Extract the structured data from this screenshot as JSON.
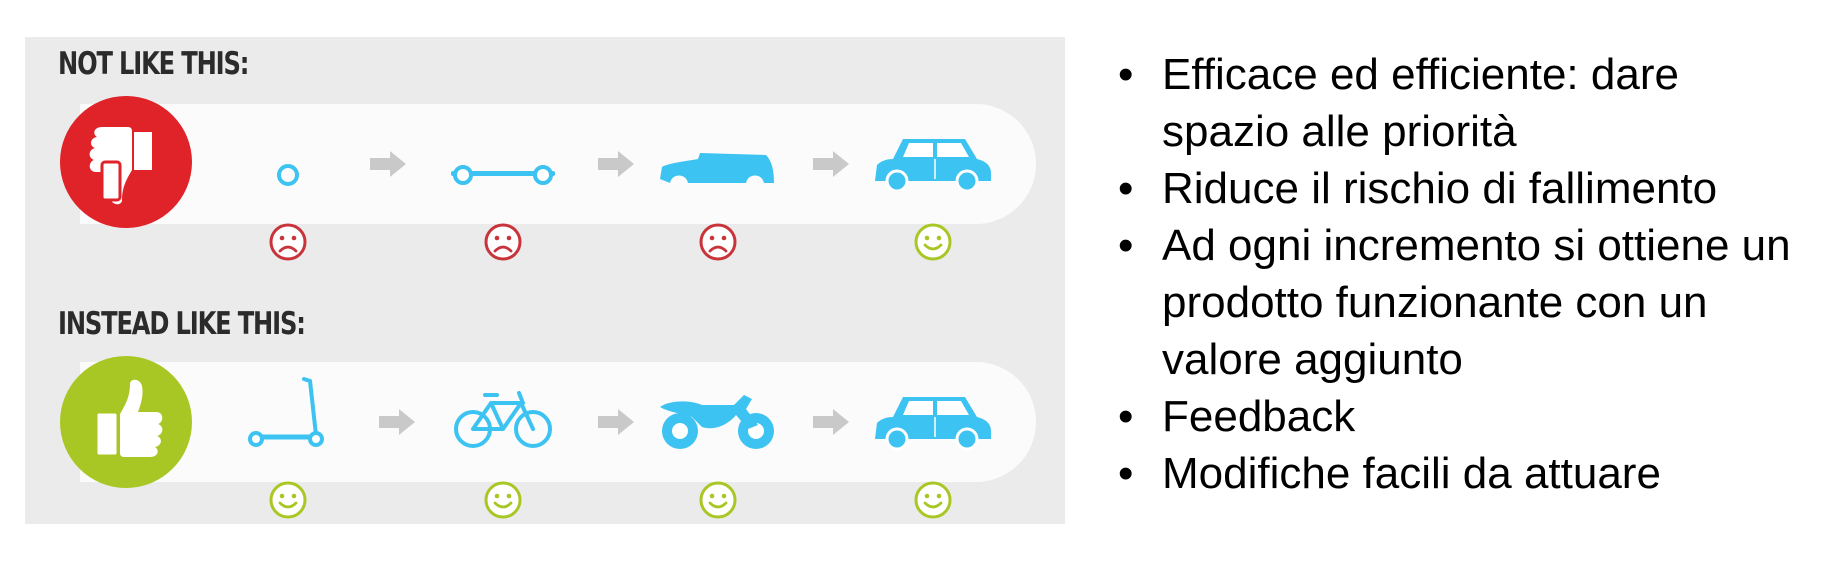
{
  "figure": {
    "top_label": "NOT LIKE THIS:",
    "bottom_label": "INSTEAD LIKE THIS:",
    "colors": {
      "bad": "#e02229",
      "good": "#a9c724",
      "vehicle": "#3cc3f2",
      "sad_face": "#c8343a",
      "happy_face": "#a9c724"
    },
    "not_like_this": [
      {
        "vehicle": "wheel-icon",
        "face": "sad-face-icon"
      },
      {
        "vehicle": "skateboard-icon",
        "face": "sad-face-icon"
      },
      {
        "vehicle": "car-body-icon",
        "face": "sad-face-icon"
      },
      {
        "vehicle": "car-icon",
        "face": "happy-face-icon"
      }
    ],
    "instead_like_this": [
      {
        "vehicle": "scooter-icon",
        "face": "happy-face-icon"
      },
      {
        "vehicle": "bicycle-icon",
        "face": "happy-face-icon"
      },
      {
        "vehicle": "motorbike-icon",
        "face": "happy-face-icon"
      },
      {
        "vehicle": "car-icon",
        "face": "happy-face-icon"
      }
    ]
  },
  "bullets": [
    "Efficace ed efficiente: dare spazio alle priorità",
    "Riduce il rischio di fallimento",
    "Ad ogni incremento si ottiene un prodotto funzionante con un valore aggiunto",
    "Feedback",
    "Modifiche facili da attuare"
  ],
  "bullet_symbol": "•"
}
